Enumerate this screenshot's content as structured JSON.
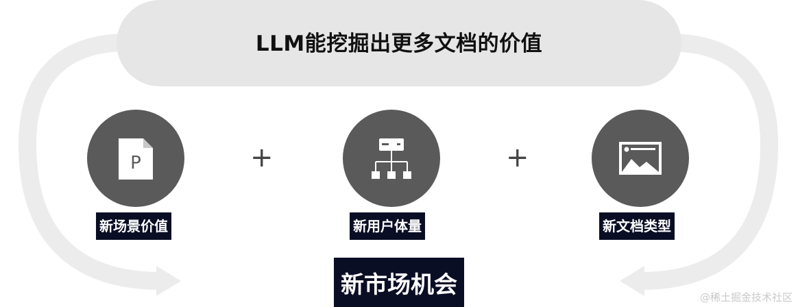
{
  "diagram": {
    "title": "LLM能挖掘出更多文档的价值",
    "nodes": [
      {
        "icon": "document-p-icon",
        "label": "新场景价值"
      },
      {
        "icon": "hierarchy-icon",
        "label": "新用户体量"
      },
      {
        "icon": "image-icon",
        "label": "新文档类型"
      }
    ],
    "operator": "+",
    "result": "新市场机会",
    "watermark": "@稀土掘金技术社区"
  },
  "colors": {
    "pill": "#e6e6e6",
    "node": "#5a5a5a",
    "label_bg": "#0a0e24",
    "arrow": "#ececec"
  }
}
